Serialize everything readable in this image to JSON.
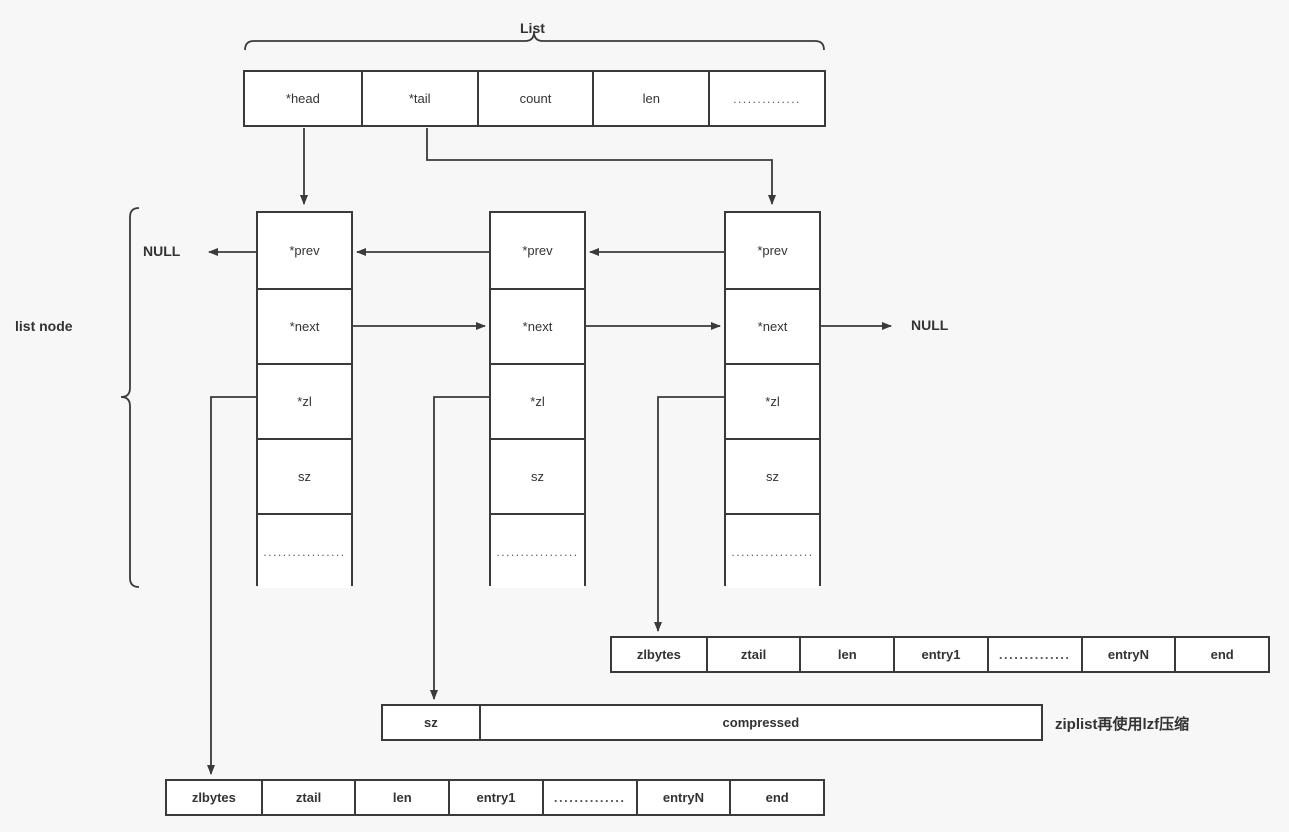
{
  "diagram": {
    "title_label": "List",
    "node_group_label": "list node",
    "null_left": "NULL",
    "null_right": "NULL",
    "annotation_cn": "ziplist再使用lzf压缩",
    "dots": "................",
    "dots_short": ".............."
  },
  "list_struct": {
    "name": "List",
    "fields": [
      "*head",
      "*tail",
      "count",
      "len",
      ".............."
    ]
  },
  "nodes": [
    {
      "id": "node-1",
      "fields": [
        "*prev",
        "*next",
        "*zl",
        "sz",
        "................."
      ]
    },
    {
      "id": "node-2",
      "fields": [
        "*prev",
        "*next",
        "*zl",
        "sz",
        "................."
      ]
    },
    {
      "id": "node-3",
      "fields": [
        "*prev",
        "*next",
        "*zl",
        "sz",
        "................."
      ]
    }
  ],
  "ziplist_right": {
    "fields": [
      "zlbytes",
      "ztail",
      "len",
      "entry1",
      "..............",
      "entryN",
      "end"
    ]
  },
  "ziplist_bottom": {
    "fields": [
      "zlbytes",
      "ztail",
      "len",
      "entry1",
      "..............",
      "entryN",
      "end"
    ]
  },
  "compressed_struct": {
    "sz_label": "sz",
    "compressed_label": "compressed"
  },
  "colors": {
    "background": "#f7f7f7",
    "box_border": "#3a3a3a",
    "box_fill": "#ffffff",
    "text": "#333333",
    "wire": "#3a3a3a"
  }
}
